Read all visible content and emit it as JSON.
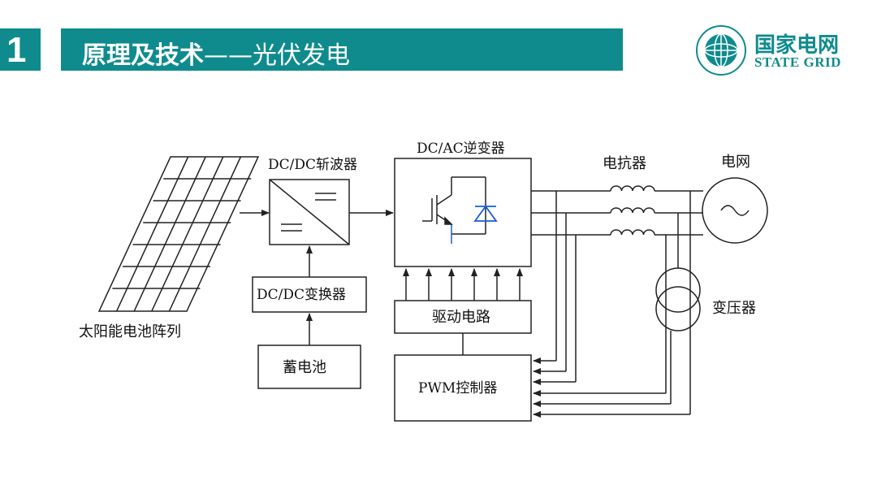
{
  "header": {
    "section_number": "1",
    "title_bold": "原理及技术",
    "title_rest": "——光伏发电"
  },
  "logo": {
    "name_cn": "国家电网",
    "name_en": "STATE GRID"
  },
  "diagram": {
    "solar_array_label": "太阳能电池阵列",
    "chopper_label": "DC/DC斩波器",
    "converter_label": "DC/DC变换器",
    "battery_label": "蓄电池",
    "inverter_label": "DC/AC逆变器",
    "driver_label": "驱动电路",
    "pwm_label": "PWM控制器",
    "reactor_label": "电抗器",
    "grid_label": "电网",
    "transformer_label": "变压器"
  }
}
